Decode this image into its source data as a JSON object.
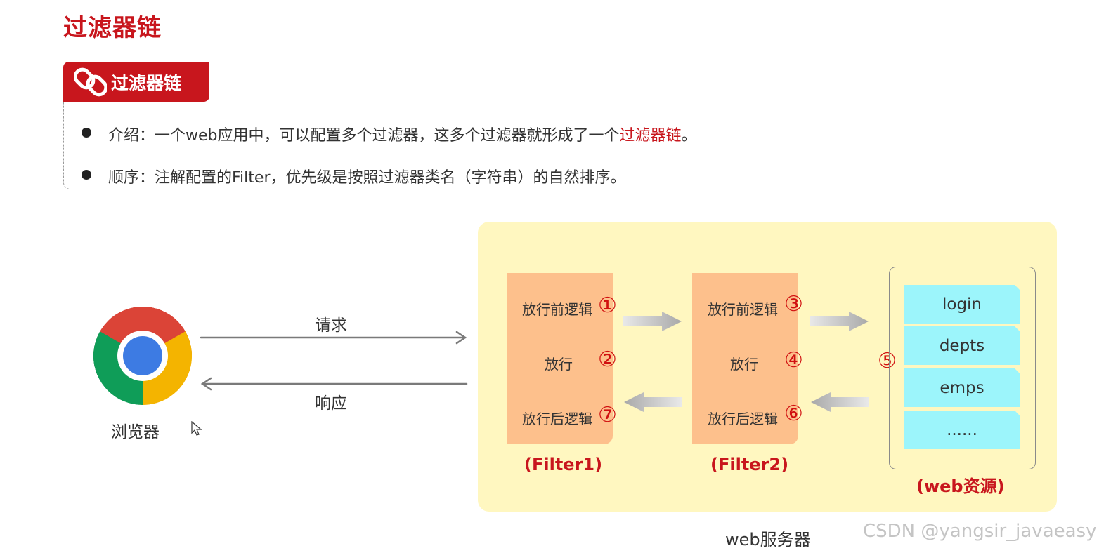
{
  "page_title": "过滤器链",
  "card": {
    "tab_label": "过滤器链",
    "bullets": [
      {
        "prefix": "介绍：一个web应用中，可以配置多个过滤器，这多个过滤器就形成了一个",
        "highlight": "过滤器链",
        "suffix": "。"
      },
      {
        "text": "顺序：注解配置的Filter，优先级是按照过滤器类名（字符串）的自然排序。"
      }
    ]
  },
  "browser": {
    "label": "浏览器"
  },
  "request_label": "请求",
  "response_label": "响应",
  "filters": [
    {
      "before": "放行前逻辑",
      "before_num": "①",
      "pass": "放行",
      "pass_num": "②",
      "after": "放行后逻辑",
      "after_num": "⑦",
      "caption": "(Filter1)"
    },
    {
      "before": "放行前逻辑",
      "before_num": "③",
      "pass": "放行",
      "pass_num": "④",
      "after": "放行后逻辑",
      "after_num": "⑥",
      "caption": "(Filter2)"
    }
  ],
  "resources": {
    "step_num": "⑤",
    "items": [
      "login",
      "depts",
      "emps",
      "......"
    ],
    "caption": "(web资源)"
  },
  "server_label": "web服务器",
  "watermark": "CSDN @yangsir_javaeasy",
  "colors": {
    "accent_red": "#c8161d",
    "filter_orange": "#fdc08c",
    "server_yellow": "#fff7c0",
    "resource_cyan": "#9cf5fb"
  }
}
